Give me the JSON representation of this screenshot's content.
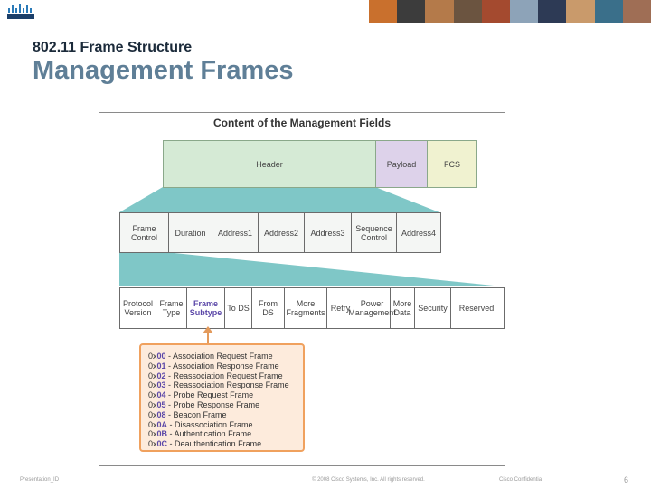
{
  "header": {
    "subtitle": "802.11 Frame Structure",
    "title": "Management Frames"
  },
  "diagram": {
    "title": "Content of the Management Fields",
    "frame": [
      "Header",
      "Payload",
      "FCS"
    ],
    "header_fields": [
      "Frame Control",
      "Duration",
      "Address1",
      "Address2",
      "Address3",
      "Sequence Control",
      "Address4"
    ],
    "frame_control_fields": [
      "Protocol Version",
      "Frame Type",
      "Frame Subtype",
      "To DS",
      "From DS",
      "More Fragments",
      "Retry",
      "Power Management",
      "More Data",
      "Security",
      "Reserved"
    ],
    "subtypes": [
      {
        "prefix": "0x",
        "code": "00",
        "label": " - Association Request Frame"
      },
      {
        "prefix": "0x",
        "code": "01",
        "label": " - Association Response Frame"
      },
      {
        "prefix": "0x",
        "code": "02",
        "label": " - Reassociation Request Frame"
      },
      {
        "prefix": "0x",
        "code": "03",
        "label": " - Reassociation Response Frame"
      },
      {
        "prefix": "0x",
        "code": "04",
        "label": " - Probe Request Frame"
      },
      {
        "prefix": "0x",
        "code": "05",
        "label": " - Probe Response Frame"
      },
      {
        "prefix": "0x",
        "code": "08",
        "label": " - Beacon Frame"
      },
      {
        "prefix": "0x",
        "code": "0A",
        "label": " - Disassociation Frame"
      },
      {
        "prefix": "0x",
        "code": "0B",
        "label": " - Authentication Frame"
      },
      {
        "prefix": "0x",
        "code": "0C",
        "label": " - Deauthentication Frame"
      }
    ]
  },
  "footer": {
    "presentation_id": "Presentation_ID",
    "copyright": "© 2008 Cisco Systems, Inc. All rights reserved.",
    "confidential": "Cisco Confidential",
    "page": "6"
  },
  "colors": {
    "title": "#5f7f97",
    "header_fill": "#d5ead5",
    "payload_fill": "#ddd2ea",
    "fcs_fill": "#f0f2d0",
    "funnel": "#7fc7c7",
    "subtype_box": "#fdebdc",
    "subtype_border": "#f0a15e",
    "highlight": "#5b47a8"
  },
  "icons": {
    "logo": "cisco-logo",
    "banner": "people-photo-strip"
  }
}
